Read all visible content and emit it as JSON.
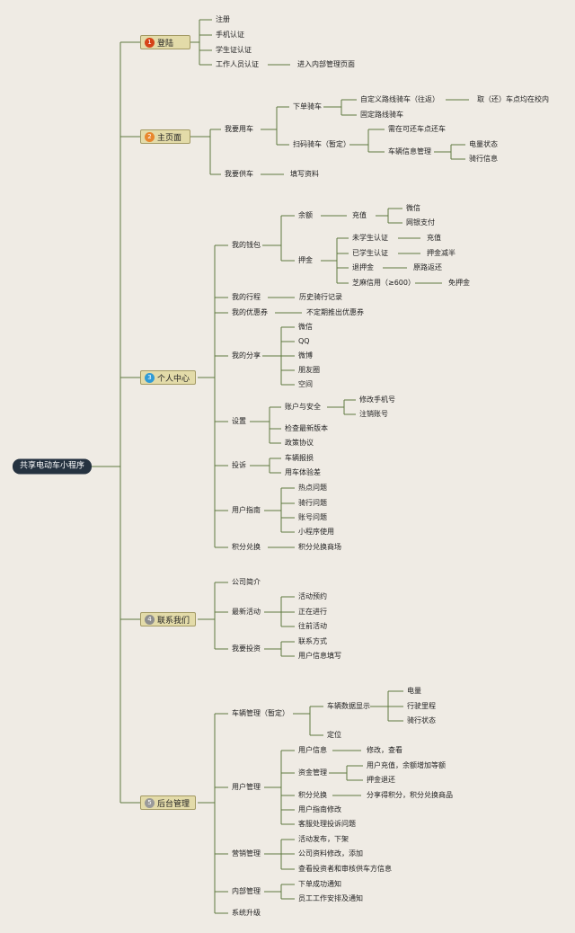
{
  "root": {
    "label": "共享电动车小程序"
  },
  "sections": [
    {
      "num": "1",
      "label": "登陆",
      "color": "#d64318"
    },
    {
      "num": "2",
      "label": "主页面",
      "color": "#e8872e"
    },
    {
      "num": "3",
      "label": "个人中心",
      "color": "#2f9bd5"
    },
    {
      "num": "4",
      "label": "联系我们",
      "color": "#8e8e8e"
    },
    {
      "num": "5",
      "label": "后台管理",
      "color": "#9a9a9a"
    }
  ],
  "nodes": {
    "n1": "注册",
    "n2": "手机认证",
    "n3": "学生证认证",
    "n4": "工作人员认证",
    "n5": "进入内部管理页面",
    "n6": "我要用车",
    "n7": "下单骑车",
    "n8": "自定义路线骑车（往返）",
    "n9": "取（还）车点均在校内",
    "n10": "固定路线骑车",
    "n11": "扫码骑车（暂定）",
    "n12": "需在可还车点还车",
    "n13": "车辆信息管理",
    "n14": "电量状态",
    "n15": "骑行信息",
    "n16": "我要供车",
    "n17": "填写资料",
    "n18": "我的钱包",
    "n19": "余额",
    "n20": "充值",
    "n21": "微信",
    "n22": "网银支付",
    "n23": "押金",
    "n24": "未学生认证",
    "n25": "充值",
    "n26": "已学生认证",
    "n27": "押金减半",
    "n28": "退押金",
    "n29": "原路返还",
    "n30": "芝麻信用（≥600）",
    "n31": "免押金",
    "n32": "我的行程",
    "n33": "历史骑行记录",
    "n34": "我的优惠券",
    "n35": "不定期推出优惠券",
    "n36": "我的分享",
    "n37": "微信",
    "n38": "QQ",
    "n39": "微博",
    "n40": "朋友圈",
    "n41": "空间",
    "n42": "设置",
    "n43": "账户与安全",
    "n44": "修改手机号",
    "n45": "注销账号",
    "n46": "检查最新版本",
    "n47": "政策协议",
    "n48": "投诉",
    "n49": "车辆报损",
    "n50": "用车体验差",
    "n51": "用户指南",
    "n52": "热点问题",
    "n53": "骑行问题",
    "n54": "账号问题",
    "n55": "小程序使用",
    "n56": "积分兑换",
    "n57": "积分兑换商场",
    "n58": "公司简介",
    "n59": "最新活动",
    "n60": "活动预约",
    "n61": "正在进行",
    "n62": "往前活动",
    "n63": "我要投资",
    "n64": "联系方式",
    "n65": "用户信息填写",
    "n66": "车辆管理（暂定）",
    "n67": "车辆数据显示",
    "n68": "电量",
    "n69": "行驶里程",
    "n70": "骑行状态",
    "n71": "定位",
    "n72": "用户管理",
    "n73": "用户信息",
    "n74": "修改，查看",
    "n75": "资金管理",
    "n76": "用户充值，余额增加等额",
    "n77": "押金退还",
    "n78": "积分兑换",
    "n79": "分享得积分，积分兑换商品",
    "n80": "用户指南修改",
    "n81": "客服处理投诉问题",
    "n82": "营销管理",
    "n83": "活动发布，下架",
    "n84": "公司资料修改，添加",
    "n85": "查看投资者和审核供车方信息",
    "n86": "内部管理",
    "n87": "下单成功通知",
    "n88": "员工工作安排及通知",
    "n89": "系统升级"
  }
}
